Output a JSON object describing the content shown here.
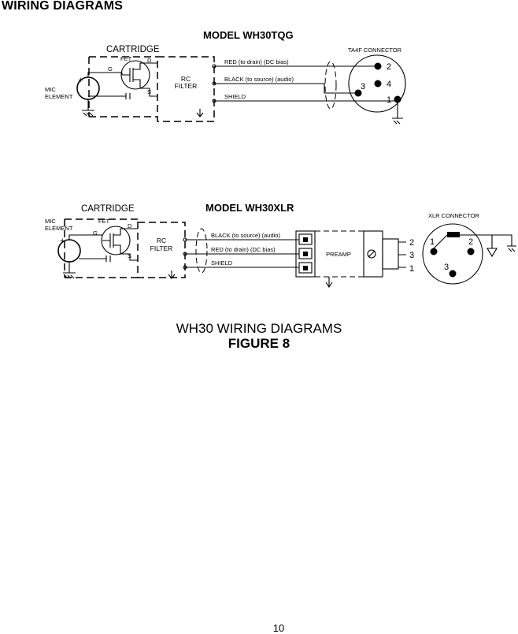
{
  "page": {
    "heading": "WIRING DIAGRAMS",
    "caption_title": "WH30 WIRING DIAGRAMS",
    "caption_figure": "FIGURE 8",
    "page_number": "10"
  },
  "diagram1": {
    "model": "MODEL WH30TQG",
    "cartridge": "CARTRIDGE",
    "fet": "FET",
    "pin_d": "D",
    "pin_g": "G",
    "pin_s": "S",
    "mic_element_1": "MIC",
    "mic_element_2": "ELEMENT",
    "plus": "+",
    "rc_filter_1": "RC",
    "rc_filter_2": "FILTER",
    "wire_red": "RED (to drain) (DC bias)",
    "wire_black": "BLACK (to source) (audio)",
    "wire_shield": "SHIELD",
    "connector": "TA4F CONNECTOR",
    "pin_2": "2",
    "pin_3": "3",
    "pin_4": "4",
    "pin_1": "1"
  },
  "diagram2": {
    "model": "MODEL WH30XLR",
    "cartridge": "CARTRIDGE",
    "fet": "FET",
    "pin_d": "D",
    "pin_g": "G",
    "pin_s": "S",
    "mic_element_1": "MIC",
    "mic_element_2": "ELEMENT",
    "plus": "+",
    "rc_filter_1": "RC",
    "rc_filter_2": "FILTER",
    "wire_black": "BLACK (to source) (audio)",
    "wire_red": "RED (to drain) (DC bias)",
    "wire_shield": "SHIELD",
    "preamp": "PREAMP",
    "out_2": "2",
    "out_3": "3",
    "out_1": "1",
    "connector": "XLR CONNECTOR",
    "xlr_1": "1",
    "xlr_2": "2",
    "xlr_3": "3"
  }
}
